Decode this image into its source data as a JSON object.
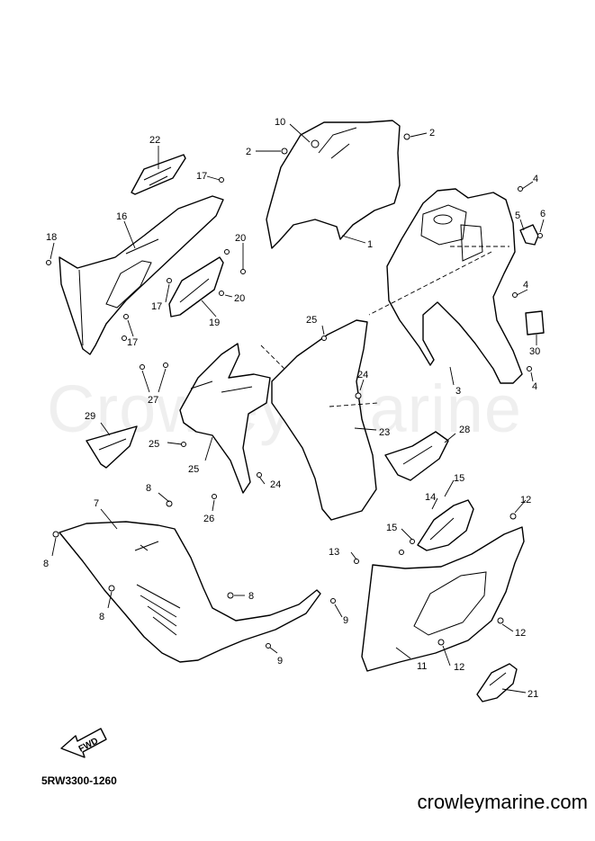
{
  "diagram": {
    "code": "5RW3300-1260",
    "watermark": "Crowley Marine",
    "website": "crowleymarine.com",
    "direction_arrow": {
      "icon": "fwd-arrow-icon",
      "label": "FWD"
    }
  },
  "callouts": {
    "c1": "1",
    "c2a": "2",
    "c2b": "2",
    "c3": "3",
    "c4a": "4",
    "c4b": "4",
    "c4c": "4",
    "c5": "5",
    "c6": "6",
    "c7": "7",
    "c8a": "8",
    "c8b": "8",
    "c8c": "8",
    "c8d": "8",
    "c9a": "9",
    "c9b": "9",
    "c10": "10",
    "c11": "11",
    "c12a": "12",
    "c12b": "12",
    "c12c": "12",
    "c13": "13",
    "c14": "14",
    "c15a": "15",
    "c15b": "15",
    "c16": "16",
    "c17a": "17",
    "c17b": "17",
    "c17c": "17",
    "c18": "18",
    "c19": "19",
    "c20a": "20",
    "c20b": "20",
    "c21": "21",
    "c22": "22",
    "c23": "23",
    "c24a": "24",
    "c24b": "24",
    "c25a": "25",
    "c25b": "25",
    "c25c": "25",
    "c26": "26",
    "c27": "27",
    "c28": "28",
    "c29": "29",
    "c30": "30"
  }
}
